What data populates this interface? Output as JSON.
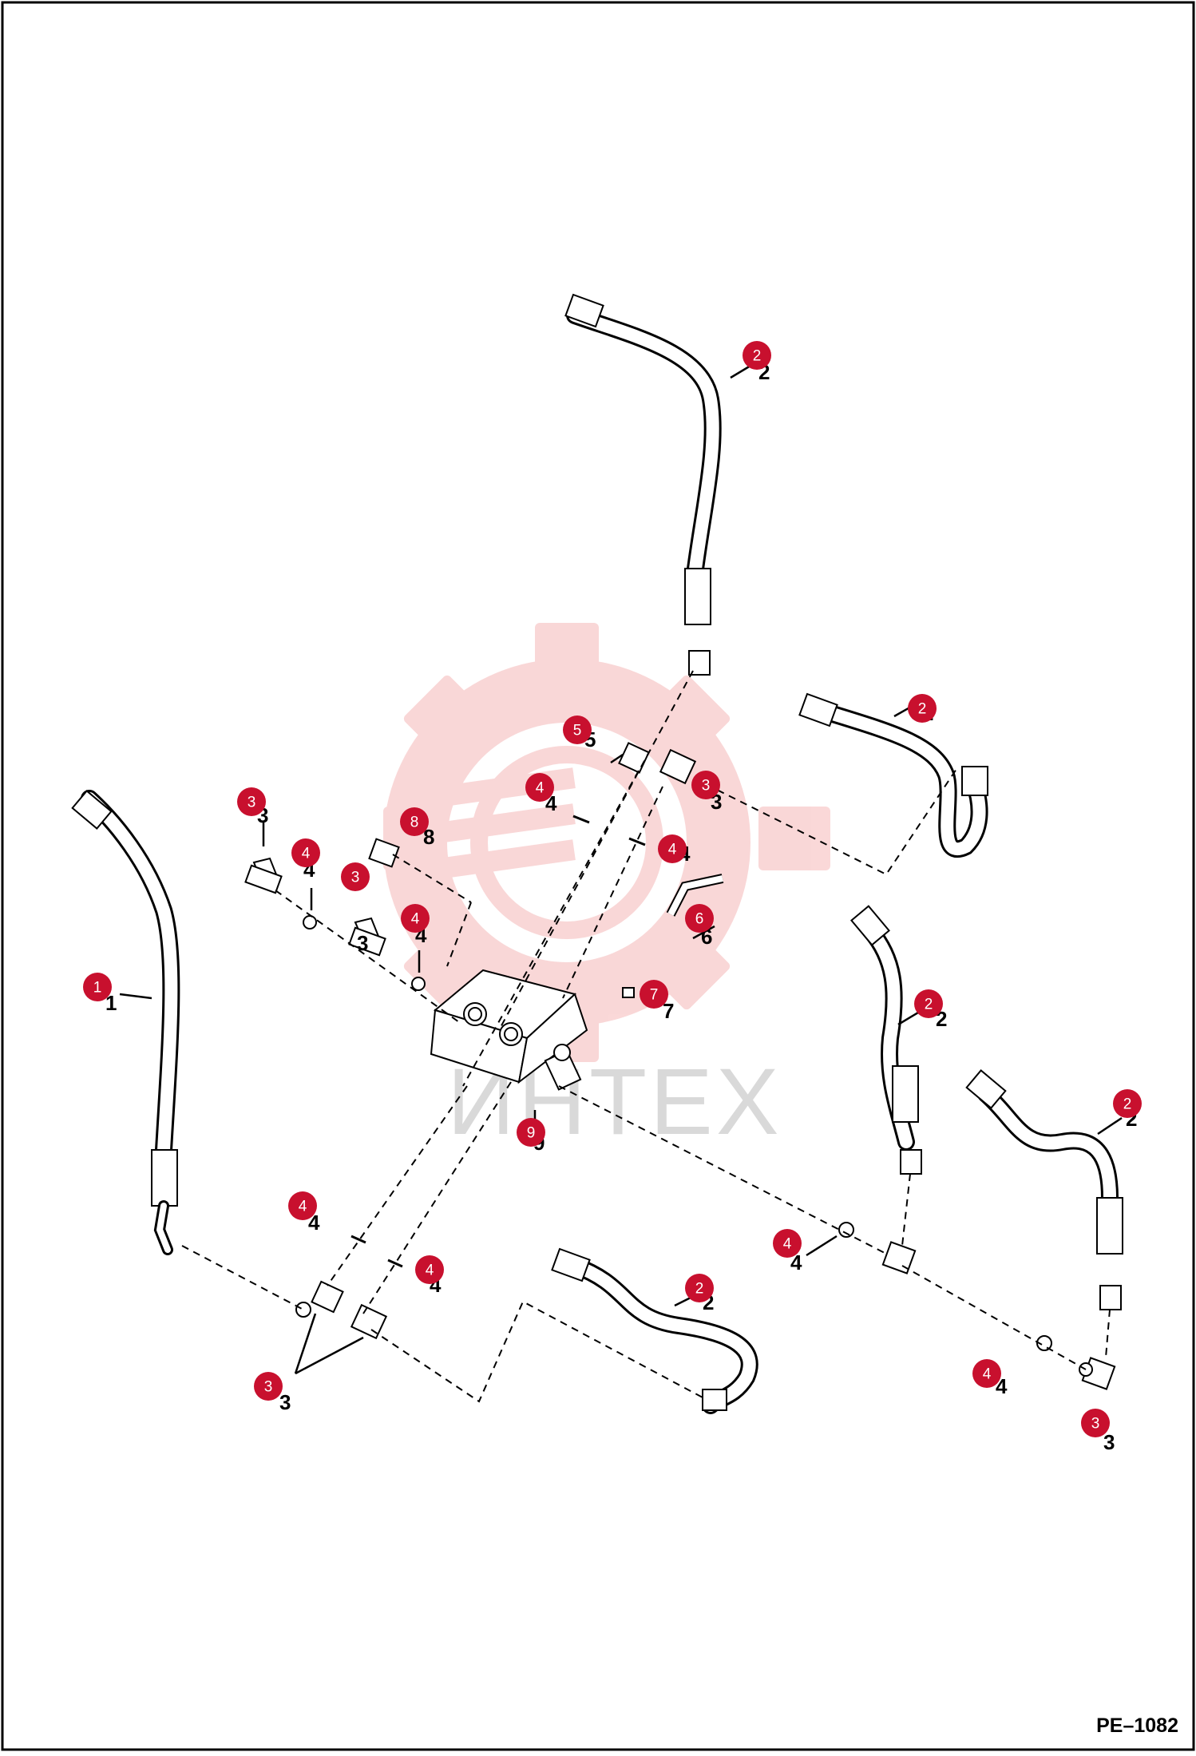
{
  "diagram": {
    "drawing_code": "PE–1082",
    "watermark_text": "ИНТЕХ",
    "callout_color": "#c8102e",
    "watermark_color": "#f5b8b8"
  },
  "callouts": [
    {
      "num": "1"
    },
    {
      "num": "2"
    },
    {
      "num": "2"
    },
    {
      "num": "2"
    },
    {
      "num": "2"
    },
    {
      "num": "2"
    },
    {
      "num": "3"
    },
    {
      "num": "3"
    },
    {
      "num": "3"
    },
    {
      "num": "3"
    },
    {
      "num": "3"
    },
    {
      "num": "4"
    },
    {
      "num": "4"
    },
    {
      "num": "4"
    },
    {
      "num": "4"
    },
    {
      "num": "4"
    },
    {
      "num": "4"
    },
    {
      "num": "4"
    },
    {
      "num": "4"
    },
    {
      "num": "5"
    },
    {
      "num": "6"
    },
    {
      "num": "7"
    },
    {
      "num": "8"
    },
    {
      "num": "9"
    }
  ]
}
